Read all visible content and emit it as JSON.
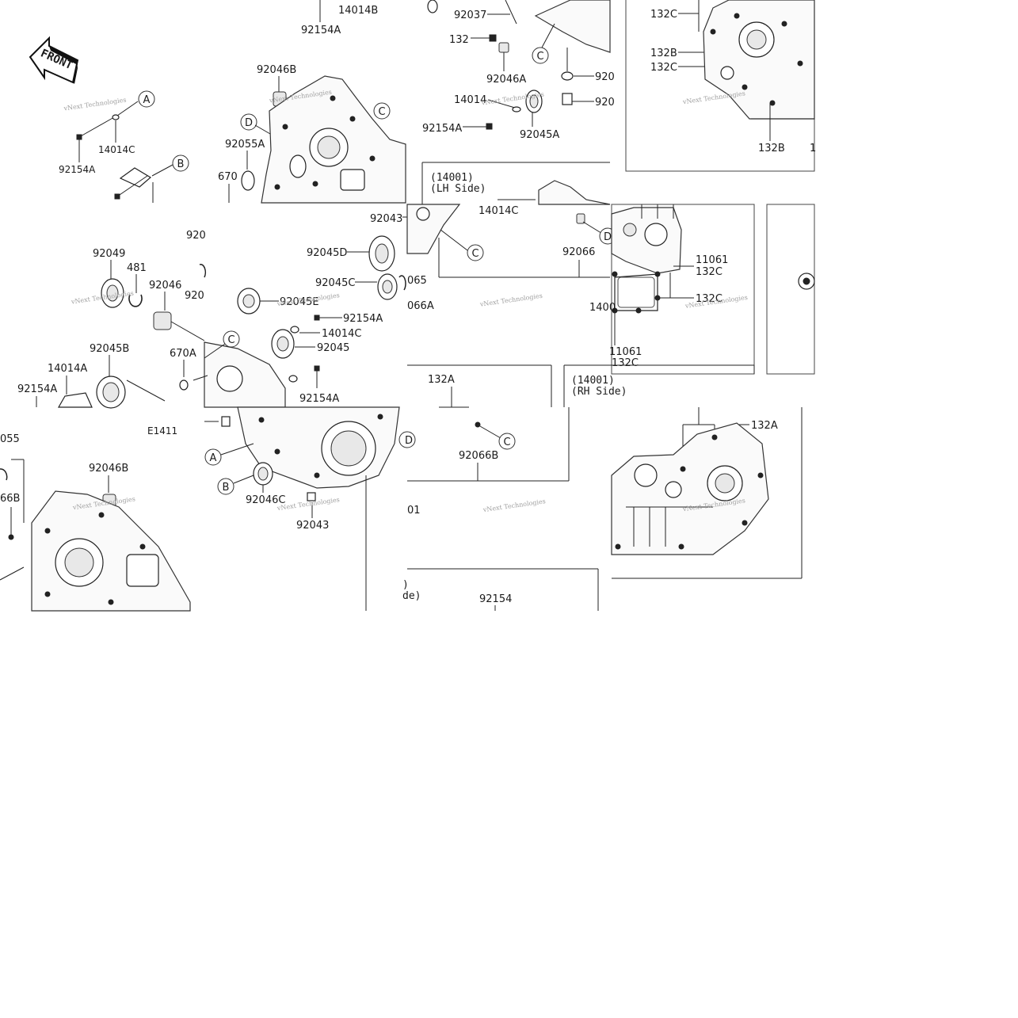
{
  "diagram": {
    "figure_code": "E1411",
    "front_label": "FRONT",
    "lh_side": [
      "(14001)",
      "(LH Side)"
    ],
    "rh_side": [
      "(14001)",
      "(RH Side)"
    ],
    "partial_side": [
      ")",
      "de)"
    ],
    "watermark": "vNext Technologies",
    "callouts": {
      "a": "A",
      "b": "B",
      "c": "C",
      "d": "D"
    },
    "labels": {
      "l_14014B": "14014B",
      "l_92154A_top": "92154A",
      "l_92037": "92037",
      "l_132_top": "132",
      "l_92046A": "92046A",
      "l_14014_mid": "14014",
      "l_92154A_mid": "92154A",
      "l_92045A": "92045A",
      "l_920_cut1": "920",
      "l_920_cut2": "920",
      "l_132C_a": "132C",
      "l_132B_a": "132B",
      "l_132C_b": "132C",
      "l_132B_b": "132B",
      "l_1_cut": "1",
      "l_92046B_top": "92046B",
      "l_92055A": "92055A",
      "l_670": "670",
      "l_14014C_top": "14014C",
      "l_92154A_left": "92154A",
      "l_14014C_lh": "14014C",
      "l_92043_top": "92043",
      "l_92066": "92066",
      "l_11061_a": "11061",
      "l_132C_c": "132C",
      "l_132C_d": "132C",
      "l_1400_cut": "1400",
      "l_11061_b": "11061",
      "l_132C_e": "132C",
      "l_92049": "92049",
      "l_481": "481",
      "l_92046": "92046",
      "l_920_cut3": "920",
      "l_920_cut4": "920",
      "l_92045D": "92045D",
      "l_92045C": "92045C",
      "l_065": "065",
      "l_066A": "066A",
      "l_92045E": "92045E",
      "l_92154A_b": "92154A",
      "l_14014C_b": "14014C",
      "l_92045": "92045",
      "l_92045B": "92045B",
      "l_670A": "670A",
      "l_14014A": "14014A",
      "l_92154A_c": "92154A",
      "l_92154A_d": "92154A",
      "l_132A_a": "132A",
      "l_92066B": "92066B",
      "l_132A_b": "132A",
      "l_055": "055",
      "l_66B": "66B",
      "l_92046B_b": "92046B",
      "l_92046C": "92046C",
      "l_92043_b": "92043",
      "l_01": "01",
      "l_92154": "92154"
    }
  }
}
